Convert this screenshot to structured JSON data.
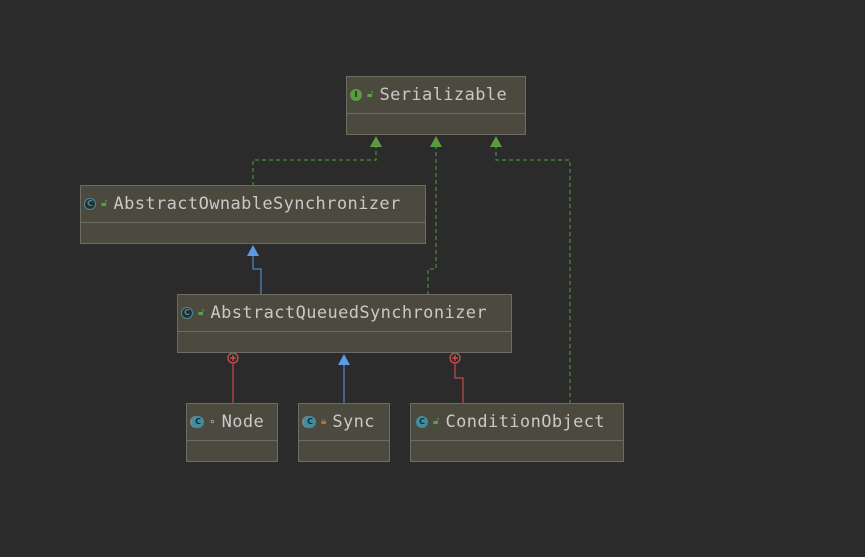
{
  "diagram": {
    "nodes": [
      {
        "id": "serializable",
        "label": "Serializable",
        "kind_icon": "interface-icon",
        "kind_letter": "I",
        "visibility_icon": "public-lock-icon",
        "visibility": "public"
      },
      {
        "id": "aos",
        "label": "AbstractOwnableSynchronizer",
        "kind_icon": "abstract-class-icon",
        "kind_letter": "C",
        "visibility_icon": "public-lock-icon",
        "visibility": "public"
      },
      {
        "id": "aqs",
        "label": "AbstractQueuedSynchronizer",
        "kind_icon": "abstract-class-icon",
        "kind_letter": "C",
        "visibility_icon": "public-lock-icon",
        "visibility": "public"
      },
      {
        "id": "node",
        "label": "Node",
        "kind_icon": "nested-class-icon",
        "kind_letter": "C",
        "visibility_icon": "package-private-icon",
        "visibility": "package"
      },
      {
        "id": "sync",
        "label": "Sync",
        "kind_icon": "nested-class-icon",
        "kind_letter": "C",
        "visibility_icon": "private-lock-icon",
        "visibility": "private"
      },
      {
        "id": "conditionobject",
        "label": "ConditionObject",
        "kind_icon": "class-icon",
        "kind_letter": "C",
        "visibility_icon": "public-lock-icon",
        "visibility": "public"
      }
    ],
    "edges": [
      {
        "from": "aos",
        "to": "serializable",
        "relation": "implements"
      },
      {
        "from": "aqs",
        "to": "serializable",
        "relation": "implements"
      },
      {
        "from": "conditionobject",
        "to": "serializable",
        "relation": "implements"
      },
      {
        "from": "aqs",
        "to": "aos",
        "relation": "extends"
      },
      {
        "from": "sync",
        "to": "aqs",
        "relation": "extends"
      },
      {
        "from": "node",
        "to": "aqs",
        "relation": "inner-class"
      },
      {
        "from": "conditionobject",
        "to": "aqs",
        "relation": "inner-class"
      }
    ],
    "colors": {
      "background": "#2b2b2b",
      "node_fill": "#4c4a3f",
      "node_border": "#6d6b62",
      "implements": "#5a9b3f",
      "extends": "#5a9be6",
      "inner_class": "#e05252"
    }
  }
}
